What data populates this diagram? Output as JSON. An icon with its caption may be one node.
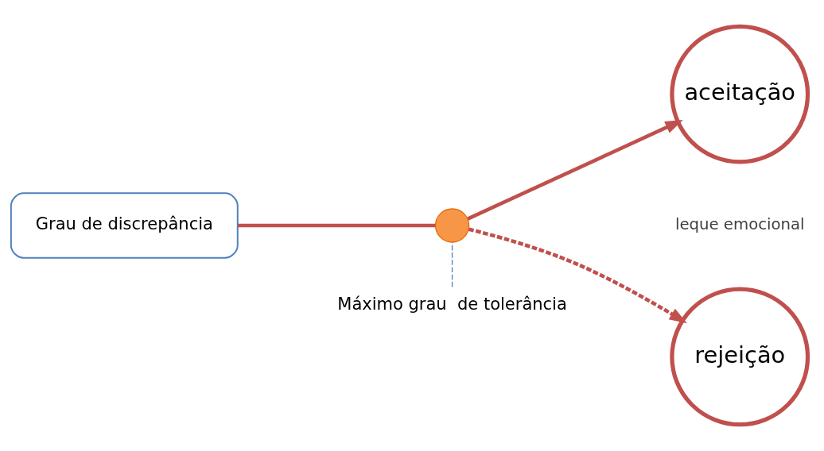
{
  "diagram": {
    "nodes": [
      {
        "text": [
          "Grau de discrepância"
        ]
      },
      {
        "text": [],
        "shape": "circle"
      },
      {
        "text": [
          "aceitação"
        ]
      },
      {
        "text": [
          "rejeição"
        ]
      },
      {
        "text": [
          "Máximo grau  de tolerância"
        ]
      }
    ],
    "edges": [
      {
        "from": 0,
        "to": 1,
        "arrow": "none"
      },
      {
        "from": 1,
        "to": 2,
        "arrow": "to"
      },
      {
        "from": 1,
        "to": 3,
        "arrow": "to",
        "style": "dashed"
      },
      {
        "from": 4,
        "to": 1,
        "arrow": "none",
        "style": "dashed",
        "color": "#4f81bd"
      }
    ],
    "labels": [
      "leque emocional"
    ]
  }
}
